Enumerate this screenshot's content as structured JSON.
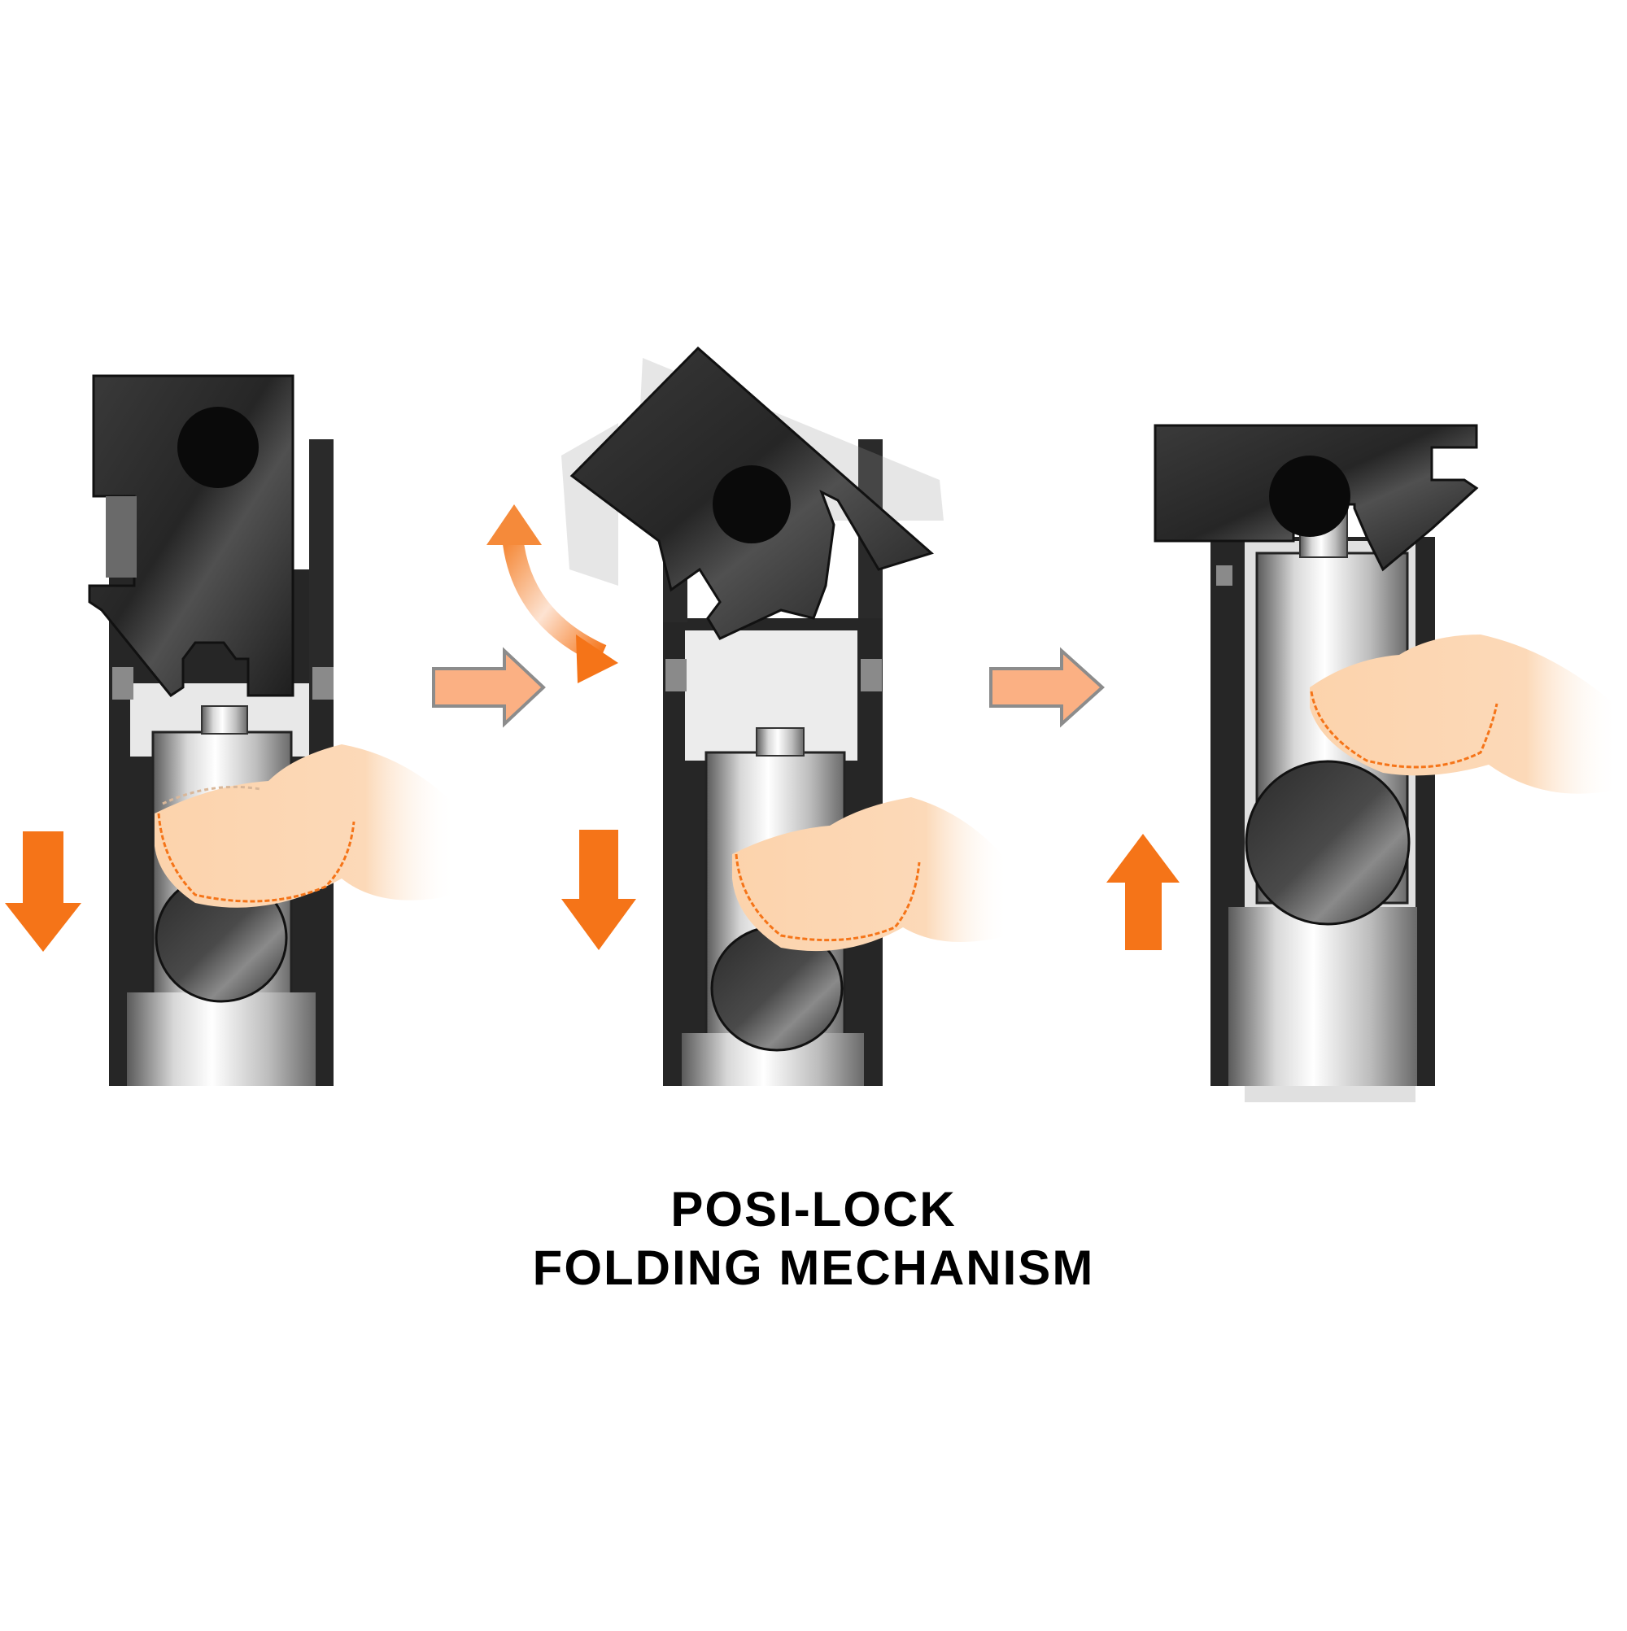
{
  "caption": {
    "line1": "POSI-LOCK",
    "line2": "FOLDING MECHANISM"
  },
  "colors": {
    "background": "#ffffff",
    "strong_arrow": "#f57418",
    "soft_arrow_fill": "#fbb083",
    "soft_arrow_stroke": "#8c8c8c",
    "hinge_dark": "#2e2e2e",
    "hinge_hole": "#0a0a0a",
    "frame_dark": "#262626",
    "metal_light": "#e6e6e6",
    "metal_mid": "#9a9a9a",
    "skin": "#fcd3ac",
    "skin_outline": "#f57418"
  },
  "panels": [
    {
      "step": 1,
      "state": "locked",
      "action": "press-down",
      "arrow": "down"
    },
    {
      "step": 2,
      "state": "folding",
      "action": "press-down-and-rotate",
      "arrow": "down",
      "rotate_arrow": "curved-bidirectional"
    },
    {
      "step": 3,
      "state": "unfolded-locked",
      "action": "release",
      "arrow": "up"
    }
  ],
  "transitions": [
    {
      "from": 1,
      "to": 2,
      "arrow": "right"
    },
    {
      "from": 2,
      "to": 3,
      "arrow": "right"
    }
  ]
}
